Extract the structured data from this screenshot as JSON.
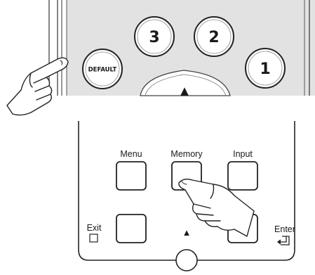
{
  "top_panel": {
    "buttons": {
      "default": "DEFAULT",
      "three": "3",
      "two": "2",
      "one": "1"
    },
    "up_arrow": "▲",
    "panel_color": "#e2e2e2"
  },
  "bottom_panel": {
    "labels": {
      "menu": "Menu",
      "memory": "Memory",
      "input": "Input",
      "exit": "Exit",
      "enter": "Enter"
    },
    "up_arrow": "▲"
  }
}
